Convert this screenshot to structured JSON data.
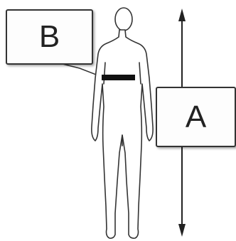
{
  "diagram": {
    "labels": {
      "b": "B",
      "a": "A"
    },
    "colors": {
      "outline": "#333333",
      "chest_band": "#111111",
      "background": "#ffffff"
    },
    "icons": {
      "figure": "human-body-outline",
      "height_arrow": "double-headed-vertical-arrow"
    }
  }
}
